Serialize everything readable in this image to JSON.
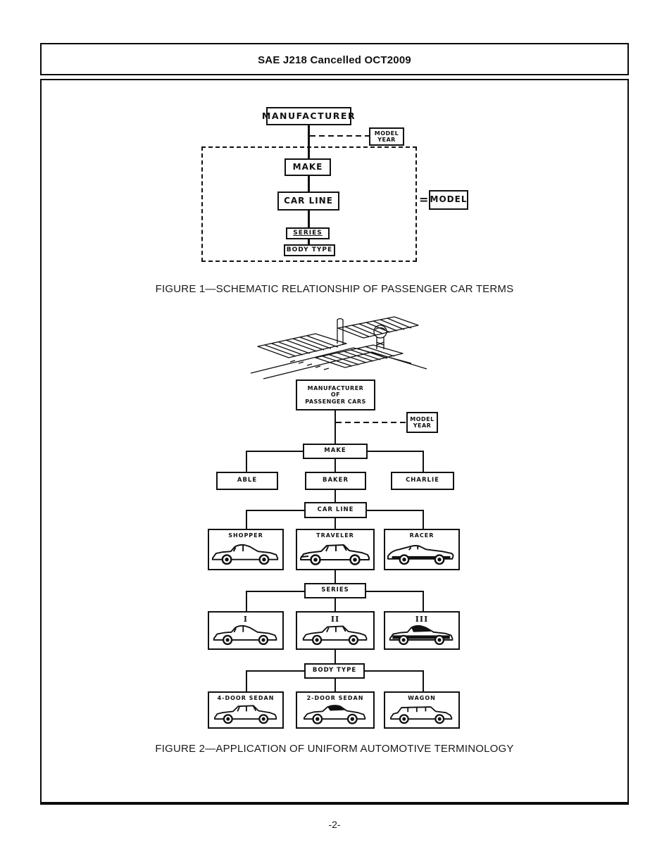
{
  "page": {
    "header_title": "SAE J218 Cancelled OCT2009",
    "page_number": "-2-"
  },
  "figure1": {
    "caption": "FIGURE 1—SCHEMATIC RELATIONSHIP OF PASSENGER CAR TERMS",
    "nodes": {
      "manufacturer": "MANUFACTURER",
      "model_year_line1": "MODEL",
      "model_year_line2": "YEAR",
      "make": "MAKE",
      "car_line": "CAR LINE",
      "series": "SERIES",
      "body_type": "BODY TYPE",
      "equals": "=",
      "model": "MODEL"
    }
  },
  "figure2": {
    "caption": "FIGURE 2—APPLICATION OF UNIFORM AUTOMOTIVE TERMINOLOGY",
    "tree": {
      "manufacturer_line1": "MANUFACTURER",
      "manufacturer_line2": "OF",
      "manufacturer_line3": "PASSENGER CARS",
      "model_year_line1": "MODEL",
      "model_year_line2": "YEAR",
      "make_label": "MAKE",
      "make_children": [
        "ABLE",
        "BAKER",
        "CHARLIE"
      ],
      "car_line_label": "CAR LINE",
      "car_line_children": [
        "SHOPPER",
        "TRAVELER",
        "RACER"
      ],
      "series_label": "SERIES",
      "series_children": [
        "I",
        "II",
        "III"
      ],
      "body_type_label": "BODY TYPE",
      "body_type_children": [
        "4-DOOR SEDAN",
        "2-DOOR SEDAN",
        "WAGON"
      ]
    },
    "illustrations": {
      "top": "isometric-factory-line-drawing",
      "shopper": "coupe-side-view",
      "traveler": "sedan-side-view",
      "racer": "sports-car-side-view",
      "series_i": "coupe-side-view",
      "series_ii": "sedan-side-view",
      "series_iii": "dark-trim-coupe-side-view",
      "four_door_sedan": "sedan-side-view",
      "two_door_sedan": "dark-roof-coupe-side-view",
      "wagon": "station-wagon-side-view"
    }
  },
  "colors": {
    "ink": "#111111",
    "paper": "#ffffff"
  }
}
